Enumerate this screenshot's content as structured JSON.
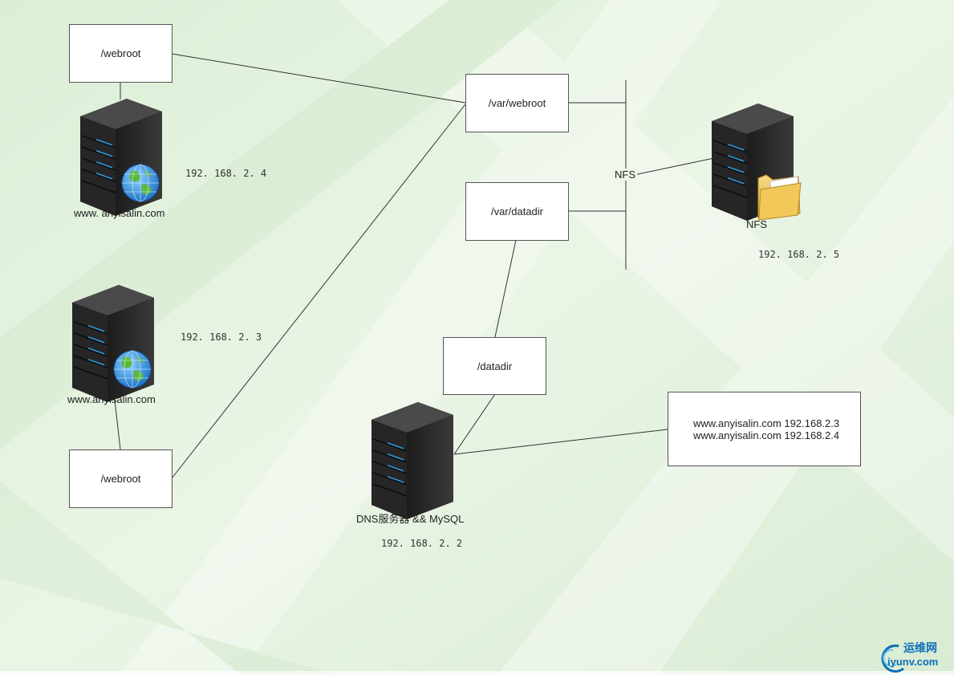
{
  "boxes": {
    "webroot_top": "/webroot",
    "var_webroot": "/var/webroot",
    "var_datadir": "/var/datadir",
    "datadir": "/datadir",
    "webroot_bottom": "/webroot",
    "hosts_line1": "www.anyisalin.com 192.168.2.3",
    "hosts_line2": "www.anyisalin.com 192.168.2.4"
  },
  "labels": {
    "web1_name": "www. anyisalin.com",
    "web1_ip": "192. 168. 2. 4",
    "web2_name": "www.anyisalin.com",
    "web2_ip": "192. 168. 2. 3",
    "nfs_bus": "NFS",
    "nfs_name": "NFS",
    "nfs_ip": "192. 168. 2. 5",
    "dns_name": "DNS服务器 && MySQL",
    "dns_ip": "192. 168. 2. 2"
  },
  "watermark": {
    "cn": "运维网",
    "en": "iyunv.com"
  },
  "icons": [
    "server-icon",
    "globe-icon",
    "folder-icon"
  ],
  "colors": {
    "background": "#e6f2e2",
    "server_body": "#2b2b2b",
    "server_led": "#2e9bdc",
    "watermark": "#0d6fb8"
  }
}
